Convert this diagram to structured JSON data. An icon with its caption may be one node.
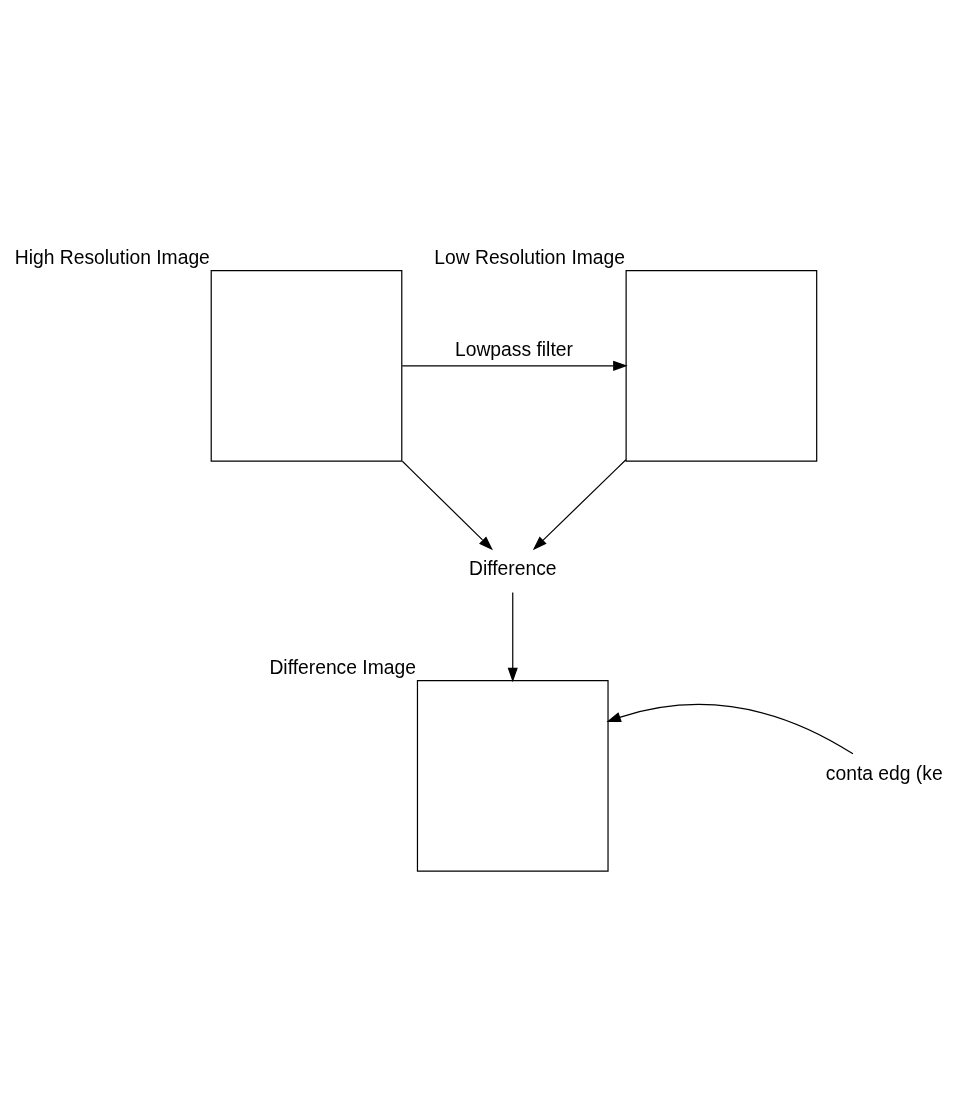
{
  "diagram": {
    "nodes": [
      {
        "text": [],
        "shape": "box",
        "beside": [
          "High Resolution Image"
        ]
      },
      {
        "text": [],
        "shape": "box",
        "beside": [
          "Low Resolution Image"
        ]
      },
      {
        "text": [
          "Difference"
        ]
      },
      {
        "text": [],
        "shape": "box",
        "beside": [
          "Difference Image"
        ]
      },
      {
        "text": [
          "conta edg (ke"
        ]
      }
    ],
    "edges": [
      {
        "from": 0,
        "to": 1,
        "arrow": "to",
        "label": "Lowpass filter"
      },
      {
        "from": 0,
        "to": 2,
        "arrow": "to"
      },
      {
        "from": 1,
        "to": 2,
        "arrow": "to"
      },
      {
        "from": 2,
        "to": 3,
        "arrow": "to"
      },
      {
        "from": 4,
        "to": 3,
        "arrow": "to"
      }
    ]
  }
}
